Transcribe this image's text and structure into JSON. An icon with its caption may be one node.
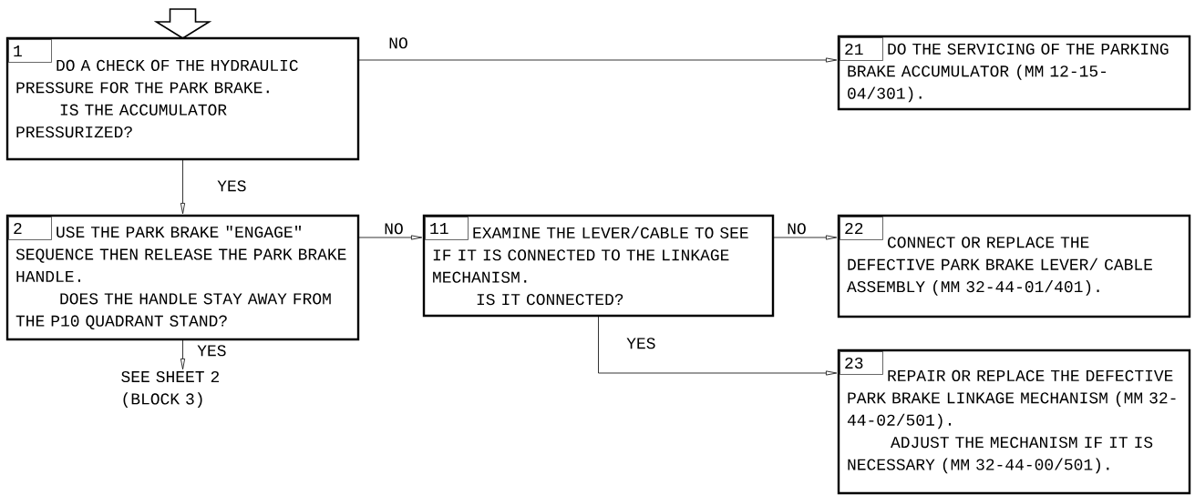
{
  "diagram": {
    "nodes": [
      {
        "text": [
          "1",
          "DO A CHECK OF THE HYDRAULIC PRESSURE FOR THE PARK BRAKE.",
          "IS THE ACCUMULATOR PRESSURIZED?"
        ]
      },
      {
        "text": [
          "21",
          "DO THE SERVICING OF THE PARKING BRAKE ACCUMULATOR (MM 12-15-04/301)."
        ]
      },
      {
        "text": [
          "2",
          "USE THE PARK BRAKE \"ENGAGE\" SEQUENCE THEN RELEASE THE PARK BRAKE HANDLE.",
          "DOES THE HANDLE STAY AWAY FROM THE P10 QUADRANT STAND?"
        ]
      },
      {
        "text": [
          "11",
          "EXAMINE THE LEVER/CABLE TO SEE IF IT IS CONNECTED TO THE LINKAGE MECHANISM.",
          "IS IT CONNECTED?"
        ]
      },
      {
        "text": [
          "22",
          "CONNECT OR REPLACE THE DEFECTIVE PARK BRAKE LEVER/ CABLE ASSEMBLY (MM 32-44-01/401)."
        ]
      },
      {
        "text": [
          "23",
          "REPAIR OR REPLACE THE DEFECTIVE PARK BRAKE LINKAGE MECHANISM (MM 32-44-02/501).",
          "ADJUST THE MECHANISM IF IT IS NECESSARY (MM 32-44-00/501)."
        ]
      },
      {
        "text": [
          "SEE SHEET 2 (BLOCK 3)"
        ]
      }
    ],
    "edges": [
      {
        "from": null,
        "to": 0,
        "arrow": "to",
        "style": "thick"
      },
      {
        "from": 0,
        "to": 1,
        "arrow": "to",
        "label": "NO"
      },
      {
        "from": 0,
        "to": 2,
        "arrow": "to",
        "label": "YES"
      },
      {
        "from": 2,
        "to": 3,
        "arrow": "to",
        "label": "NO"
      },
      {
        "from": 3,
        "to": 4,
        "arrow": "to",
        "label": "NO"
      },
      {
        "from": 3,
        "to": 5,
        "arrow": "to",
        "label": "YES"
      },
      {
        "from": 2,
        "to": 6,
        "arrow": "to",
        "label": "YES"
      }
    ]
  }
}
